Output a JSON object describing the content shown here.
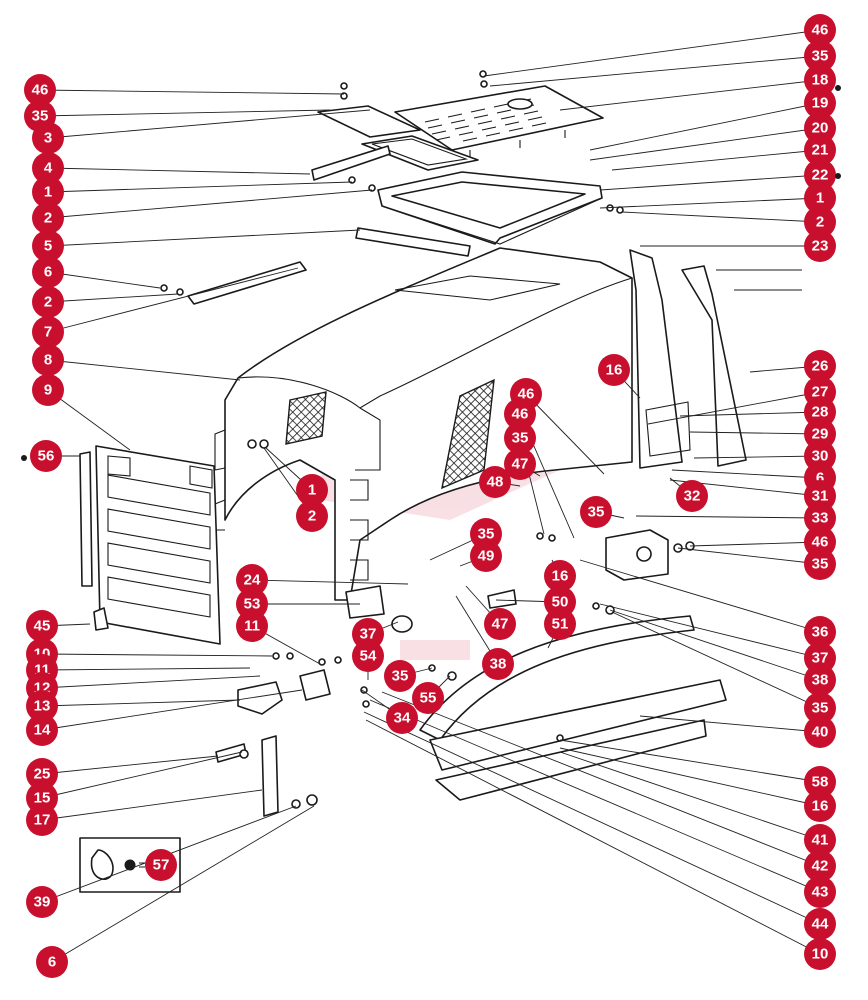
{
  "diagram": {
    "kit_symbol_label": "57",
    "callouts": [
      {
        "id": "c1",
        "label": "46"
      },
      {
        "id": "c2",
        "label": "35"
      },
      {
        "id": "c3",
        "label": "18"
      },
      {
        "id": "c4",
        "label": "19"
      },
      {
        "id": "c5",
        "label": "20"
      },
      {
        "id": "c6",
        "label": "21"
      },
      {
        "id": "c7",
        "label": "22"
      },
      {
        "id": "c8",
        "label": "1"
      },
      {
        "id": "c9",
        "label": "2"
      },
      {
        "id": "c10",
        "label": "23"
      },
      {
        "id": "c11",
        "label": "46"
      },
      {
        "id": "c12",
        "label": "35"
      },
      {
        "id": "c13",
        "label": "3"
      },
      {
        "id": "c14",
        "label": "4"
      },
      {
        "id": "c15",
        "label": "1"
      },
      {
        "id": "c16",
        "label": "2"
      },
      {
        "id": "c17",
        "label": "5"
      },
      {
        "id": "c18",
        "label": "6"
      },
      {
        "id": "c19",
        "label": "2"
      },
      {
        "id": "c20",
        "label": "7"
      },
      {
        "id": "c21",
        "label": "8"
      },
      {
        "id": "c22",
        "label": "9"
      },
      {
        "id": "c23",
        "label": "56"
      },
      {
        "id": "c24",
        "label": "16"
      },
      {
        "id": "c25",
        "label": "26"
      },
      {
        "id": "c26",
        "label": "27"
      },
      {
        "id": "c27",
        "label": "28"
      },
      {
        "id": "c28",
        "label": "29"
      },
      {
        "id": "c29",
        "label": "30"
      },
      {
        "id": "c30",
        "label": "6"
      },
      {
        "id": "c31",
        "label": "31"
      },
      {
        "id": "c32",
        "label": "32"
      },
      {
        "id": "c33",
        "label": "33"
      },
      {
        "id": "c34",
        "label": "46"
      },
      {
        "id": "c35",
        "label": "46"
      },
      {
        "id": "c36",
        "label": "35"
      },
      {
        "id": "c37",
        "label": "47"
      },
      {
        "id": "c38",
        "label": "48"
      },
      {
        "id": "c39",
        "label": "1"
      },
      {
        "id": "c40",
        "label": "2"
      },
      {
        "id": "c41",
        "label": "35"
      },
      {
        "id": "c42",
        "label": "35"
      },
      {
        "id": "c43",
        "label": "49"
      },
      {
        "id": "c44",
        "label": "46"
      },
      {
        "id": "c45",
        "label": "35"
      },
      {
        "id": "c46",
        "label": "24"
      },
      {
        "id": "c47",
        "label": "53"
      },
      {
        "id": "c48",
        "label": "16"
      },
      {
        "id": "c49",
        "label": "50"
      },
      {
        "id": "c50",
        "label": "47"
      },
      {
        "id": "c51",
        "label": "51"
      },
      {
        "id": "c52",
        "label": "11"
      },
      {
        "id": "c53",
        "label": "37"
      },
      {
        "id": "c54",
        "label": "54"
      },
      {
        "id": "c55",
        "label": "38"
      },
      {
        "id": "c56",
        "label": "36"
      },
      {
        "id": "c57",
        "label": "37"
      },
      {
        "id": "c58",
        "label": "38"
      },
      {
        "id": "c59",
        "label": "45"
      },
      {
        "id": "c60",
        "label": "10"
      },
      {
        "id": "c61",
        "label": "11"
      },
      {
        "id": "c62",
        "label": "12"
      },
      {
        "id": "c63",
        "label": "13"
      },
      {
        "id": "c64",
        "label": "35"
      },
      {
        "id": "c65",
        "label": "55"
      },
      {
        "id": "c66",
        "label": "34"
      },
      {
        "id": "c67",
        "label": "14"
      },
      {
        "id": "c68",
        "label": "35"
      },
      {
        "id": "c69",
        "label": "40"
      },
      {
        "id": "c70",
        "label": "25"
      },
      {
        "id": "c71",
        "label": "15"
      },
      {
        "id": "c72",
        "label": "58"
      },
      {
        "id": "c73",
        "label": "16"
      },
      {
        "id": "c74",
        "label": "17"
      },
      {
        "id": "c75",
        "label": "41"
      },
      {
        "id": "c76",
        "label": "42"
      },
      {
        "id": "c77",
        "label": "43"
      },
      {
        "id": "c78",
        "label": "39"
      },
      {
        "id": "c79",
        "label": "44"
      },
      {
        "id": "c80",
        "label": "6"
      },
      {
        "id": "c81",
        "label": "10"
      }
    ]
  }
}
